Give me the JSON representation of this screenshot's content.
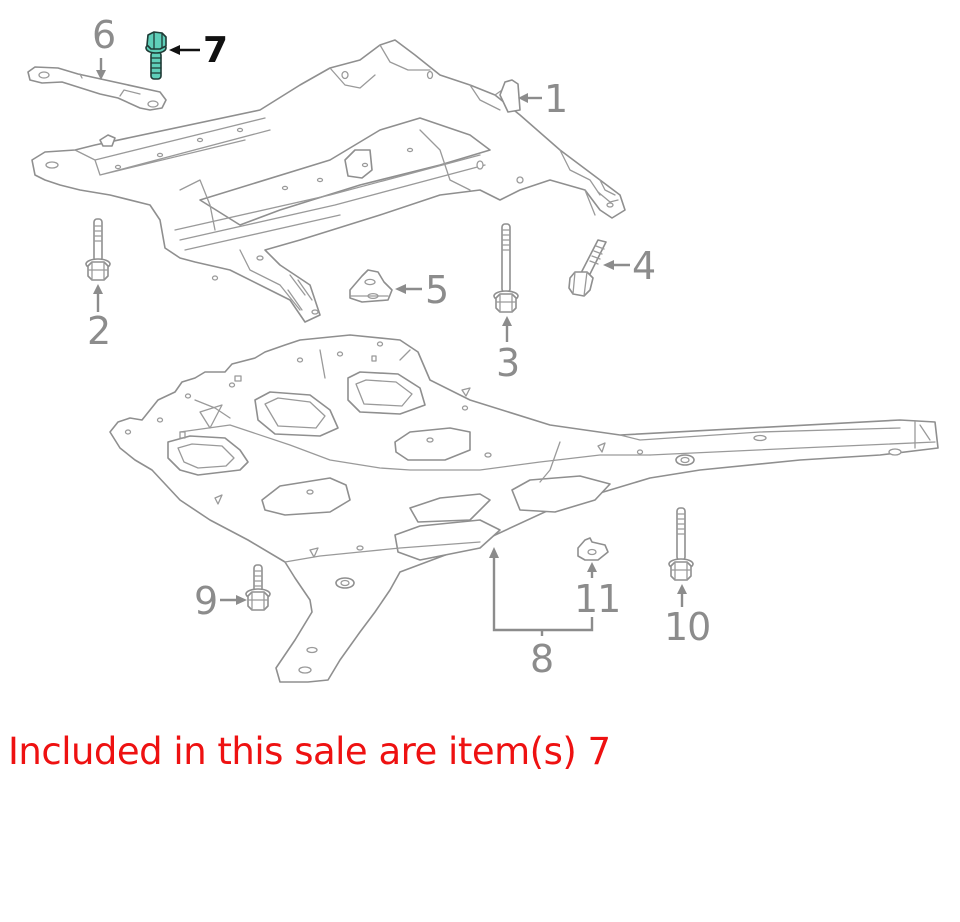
{
  "diagram": {
    "type": "exploded-parts-diagram",
    "highlight_color": "#5fcfb9",
    "callouts": [
      {
        "id": 1,
        "label": "1",
        "part": "crossmember"
      },
      {
        "id": 2,
        "label": "2",
        "part": "bolt"
      },
      {
        "id": 3,
        "label": "3",
        "part": "bolt"
      },
      {
        "id": 4,
        "label": "4",
        "part": "bolt"
      },
      {
        "id": 5,
        "label": "5",
        "part": "nut-plate"
      },
      {
        "id": 6,
        "label": "6",
        "part": "brace"
      },
      {
        "id": 7,
        "label": "7",
        "part": "bolt",
        "highlighted": true
      },
      {
        "id": 8,
        "label": "8",
        "part": "skid-plate"
      },
      {
        "id": 9,
        "label": "9",
        "part": "bolt"
      },
      {
        "id": 10,
        "label": "10",
        "part": "bolt"
      },
      {
        "id": 11,
        "label": "11",
        "part": "clip-nut"
      }
    ]
  },
  "sale_note": {
    "text": "Included in this sale are item(s) 7",
    "color": "#ee1111"
  }
}
